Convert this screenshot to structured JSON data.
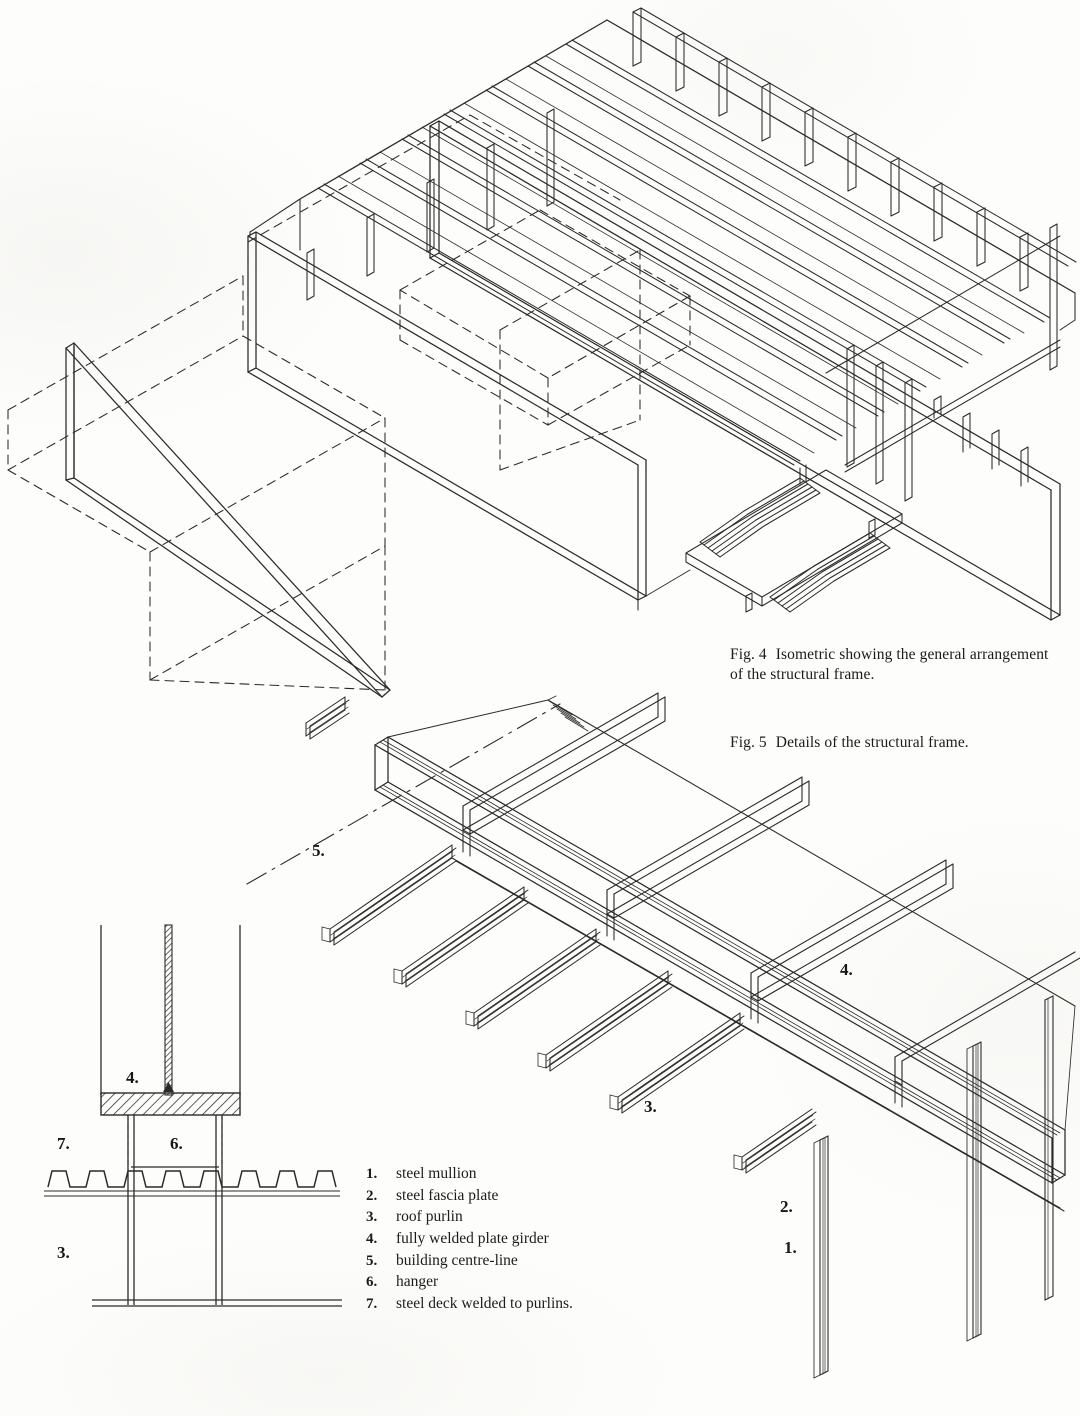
{
  "page": {
    "background_color": "#fdfdfb",
    "ink_color": "#1b1b1b",
    "line_color": "#2a2a2a"
  },
  "figures": [
    {
      "id": "fig-4",
      "number": "Fig. 4",
      "caption": "Isometric showing the general arrangement of the structural frame.",
      "caption_line_1": "Isometric showing the general arrangement",
      "caption_line_2": "of the structural frame.",
      "type": "isometric-line-drawing",
      "subject": "roof structural frame with plate girders, purlins, mullions and entrance platform"
    },
    {
      "id": "fig-5",
      "number": "Fig. 5",
      "caption": "Details of the structural frame.",
      "caption_line_1": "Details of the structural frame.",
      "caption_line_2": "",
      "type": "isometric-line-drawing",
      "subject": "enlarged corner of plate girder with roof purlins, fascia plate and steel mullions"
    }
  ],
  "legend": {
    "items": [
      {
        "num": "1.",
        "label": "steel mullion"
      },
      {
        "num": "2.",
        "label": "steel fascia plate"
      },
      {
        "num": "3.",
        "label": "roof purlin"
      },
      {
        "num": "4.",
        "label": "fully welded plate girder"
      },
      {
        "num": "5.",
        "label": "building centre-line"
      },
      {
        "num": "6.",
        "label": "hanger"
      },
      {
        "num": "7.",
        "label": "steel deck welded to purlins."
      }
    ]
  },
  "callouts": {
    "fig5_centreline": "5.",
    "fig5_plate_girder": "4.",
    "fig5_roof_purlin": "3.",
    "fig5_fascia_plate": "2.",
    "fig5_steel_mullion": "1.",
    "detail_plate_girder": "4.",
    "detail_steel_deck": "7.",
    "detail_hanger": "6.",
    "detail_roof_purlin": "3."
  },
  "detail_section": {
    "id": "section-detail",
    "type": "cross-section",
    "description": "Section through plate girder bottom flange, hanger, steel deck and roof purlin",
    "deck_rib_count": 9
  }
}
